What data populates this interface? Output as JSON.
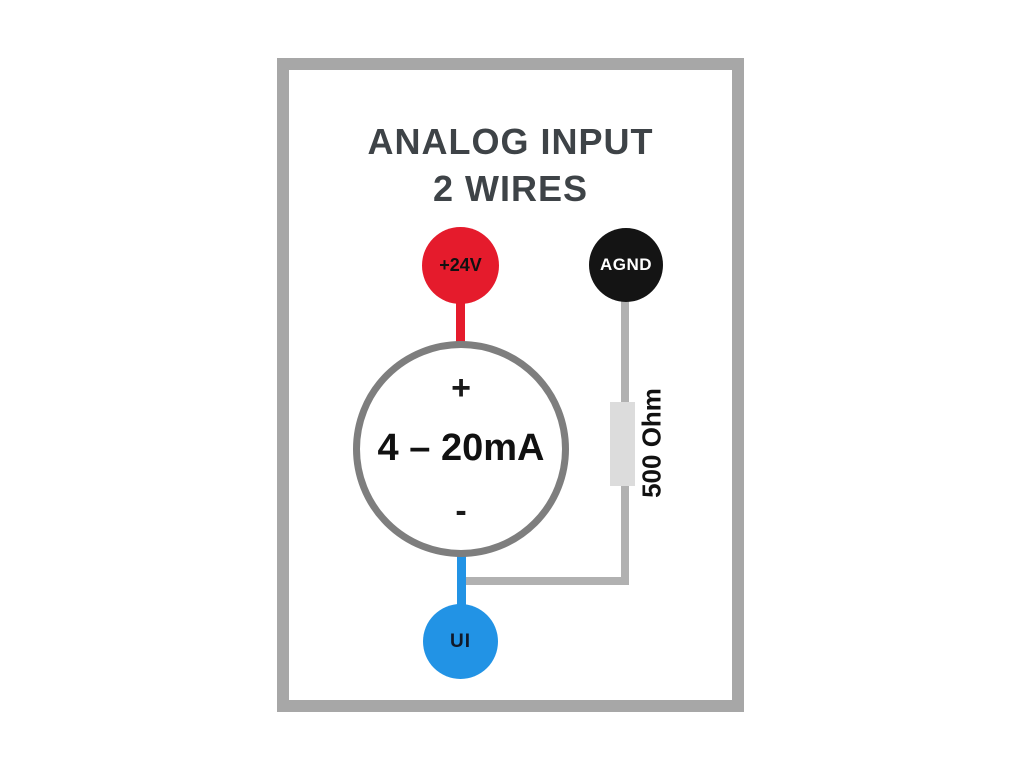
{
  "title": {
    "line1": "ANALOG INPUT",
    "line2": "2 WIRES"
  },
  "terminals": {
    "power": {
      "label": "+24V",
      "color": "#e51b2c",
      "text_color": "#111111"
    },
    "ground": {
      "label": "AGND",
      "color": "#141414",
      "text_color": "#ffffff"
    },
    "input": {
      "label": "UI",
      "color": "#2293e5",
      "text_color": "#101828"
    }
  },
  "source": {
    "plus": "+",
    "value": "4 – 20mA",
    "minus": "-"
  },
  "resistor": {
    "label": "500 Ohm",
    "fill": "#dcdcdc"
  },
  "wires": {
    "power_color": "#e51b2c",
    "ground_color": "#b1b1b1",
    "input_color": "#2293e5"
  },
  "frame_color": "#a7a7a7",
  "title_color": "#3e4347",
  "source_stroke_color": "#7e7e7e"
}
